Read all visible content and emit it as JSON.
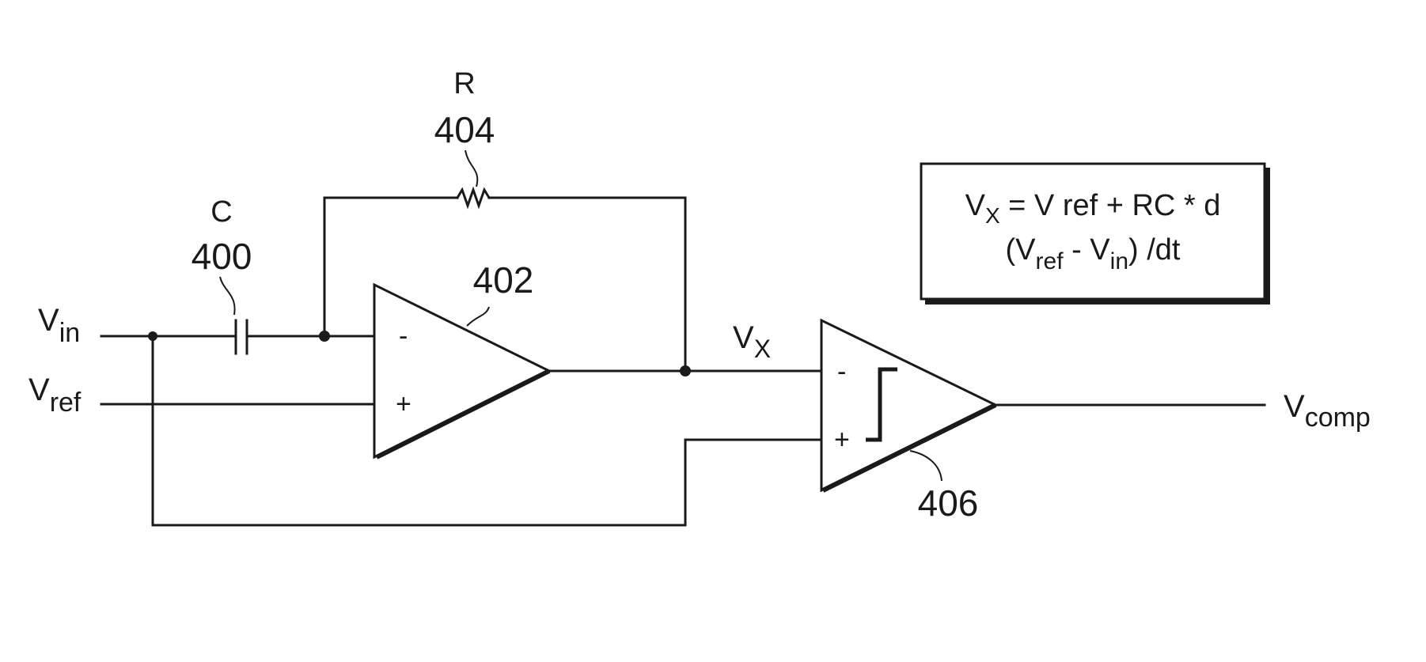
{
  "labels": {
    "v_in": {
      "main": "V",
      "sub": "in"
    },
    "v_ref": {
      "main": "V",
      "sub": "ref"
    },
    "v_x": {
      "main": "V",
      "sub": "X"
    },
    "v_comp": {
      "main": "V",
      "sub": "comp"
    },
    "capacitor_letter": "C",
    "capacitor_ref": "400",
    "resistor_letter": "R",
    "resistor_ref": "404",
    "opamp_ref": "402",
    "comparator_ref": "406",
    "opamp_minus": "-",
    "opamp_plus": "+",
    "comp_minus": "-",
    "comp_plus": "+"
  },
  "equation": {
    "line1": {
      "v": "V",
      "x_sub": "X",
      "rest": " = V ref + RC * d"
    },
    "line2": {
      "open": "(V",
      "ref_sub": "ref",
      "mid": " - V",
      "in_sub": "in",
      "close": ") /dt"
    }
  },
  "colors": {
    "ink": "#1a1a1a",
    "background": "#ffffff"
  }
}
